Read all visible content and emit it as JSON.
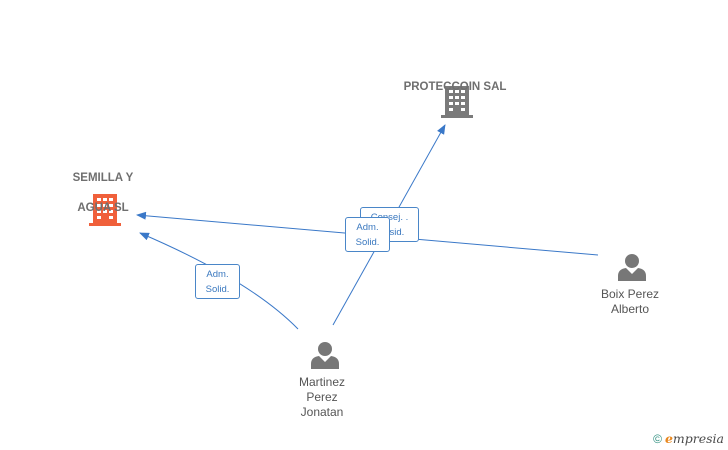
{
  "companies": [
    {
      "id": "semilla",
      "name_lines": [
        "SEMILLA Y",
        "AGUA  SL"
      ],
      "color": "#f0603b"
    },
    {
      "id": "proteccoin",
      "name_lines": [
        "PROTECCOIN SAL"
      ],
      "color": "#7a7a7a"
    }
  ],
  "people": [
    {
      "id": "martinez",
      "name_lines": [
        "Martinez",
        "Perez",
        "Jonatan"
      ]
    },
    {
      "id": "boix",
      "name_lines": [
        "Boix Perez",
        "Alberto"
      ]
    }
  ],
  "edges": [
    {
      "from": "martinez",
      "to": "semilla",
      "role_lines": [
        "Adm.",
        "Solid."
      ]
    },
    {
      "from": "martinez",
      "to": "proteccoin",
      "role_lines": [
        "Adm.",
        "Solid."
      ]
    },
    {
      "from": "boix",
      "to": "semilla",
      "role_lines": [
        "Consej. .",
        "Presid."
      ]
    }
  ],
  "colors": {
    "edge": "#3a78c8",
    "person": "#777777"
  },
  "watermark": {
    "copyright": "©",
    "brand_initial": "e",
    "brand_rest": "mpresia"
  }
}
